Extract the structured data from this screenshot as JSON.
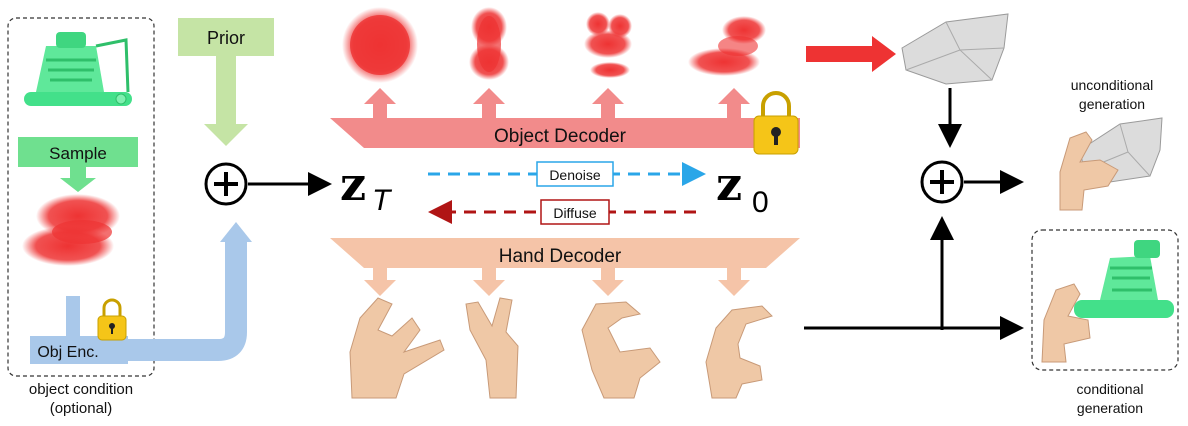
{
  "left_panel": {
    "sample_label": "Sample",
    "encoder_label": "Obj Enc.",
    "caption_line1": "object condition",
    "caption_line2": "(optional)"
  },
  "prior_label": "Prior",
  "latents": {
    "z_t": "z",
    "z_t_sub": "T",
    "z_0": "z",
    "z_0_sub": "0"
  },
  "arrows": {
    "denoise_label": "Denoise",
    "diffuse_label": "Diffuse"
  },
  "decoders": {
    "object": "Object Decoder",
    "hand": "Hand Decoder"
  },
  "outputs": {
    "unconditional_line1": "unconditional",
    "unconditional_line2": "generation",
    "conditional_line1": "conditional",
    "conditional_line2": "generation"
  },
  "colors": {
    "sample_green": "#6fe08f",
    "prior_green": "#c5e4a5",
    "encoder_blue": "#a9c8ea",
    "object_decoder": "#f28b8b",
    "hand_decoder": "#f5c4a8",
    "point_cloud": "#ee3333",
    "denoise_arrow": "#2aa6e8",
    "diffuse_arrow": "#b01515",
    "skin": "#efc8a6"
  }
}
